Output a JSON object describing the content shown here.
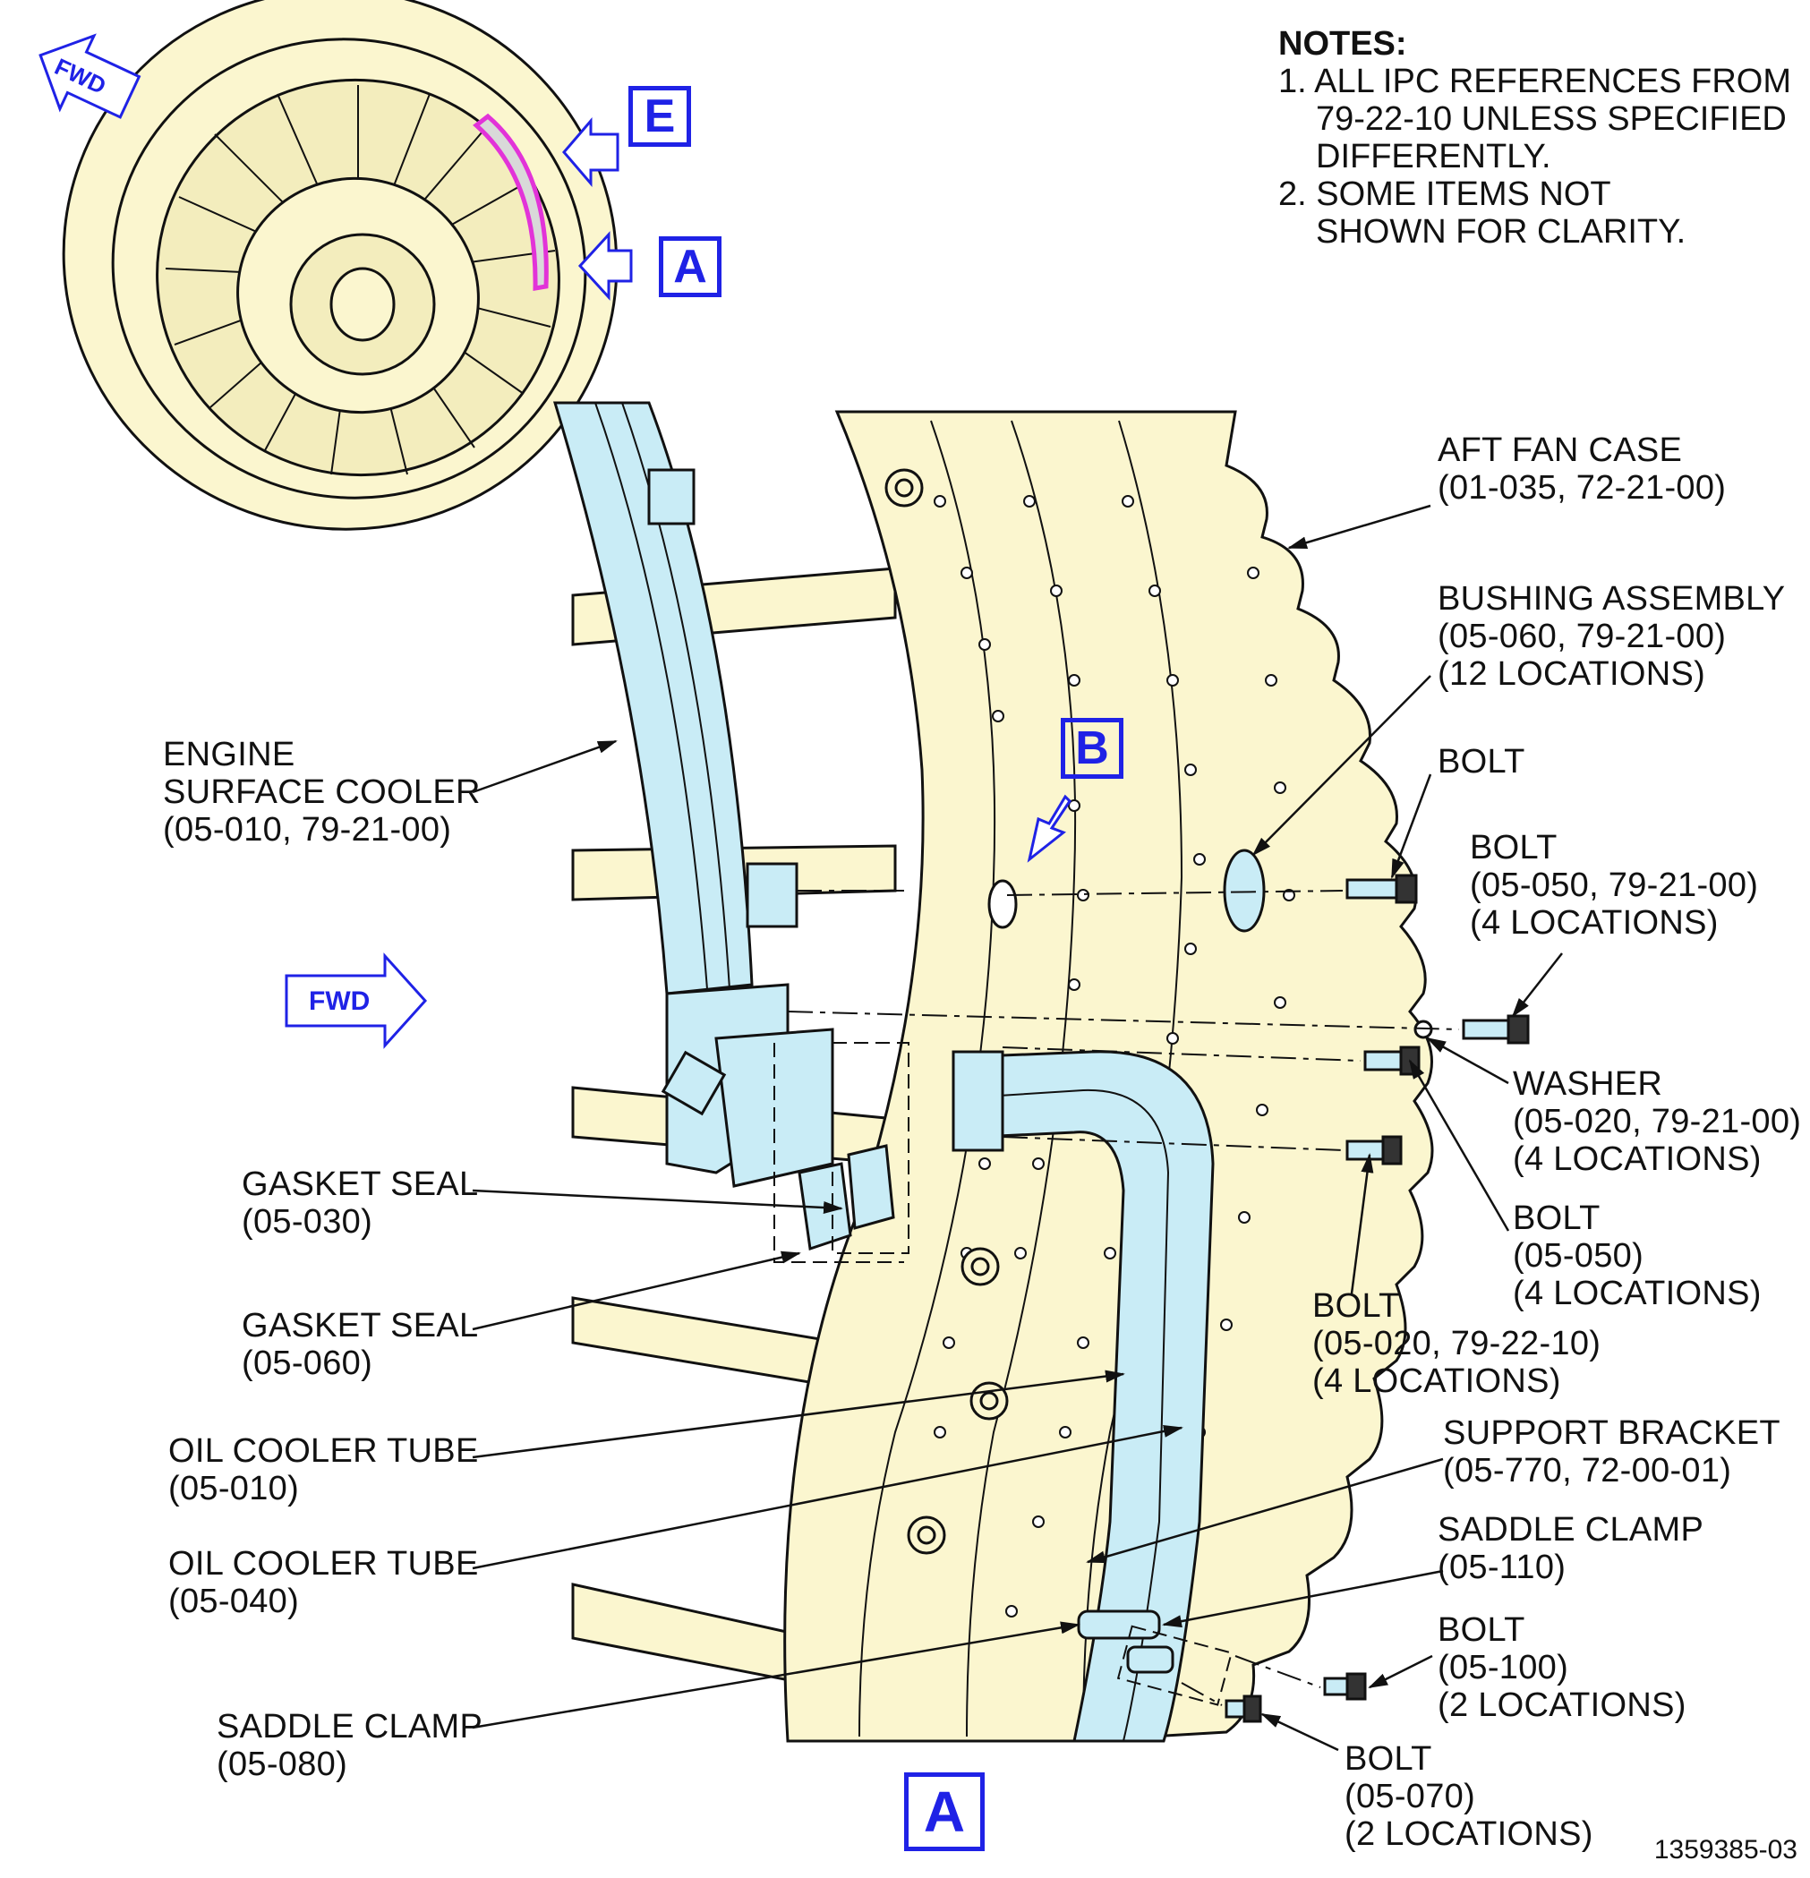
{
  "notes": {
    "title": "NOTES:",
    "items": [
      {
        "num": "1.",
        "lines": [
          "ALL IPC REFERENCES FROM",
          "79-22-10 UNLESS SPECIFIED",
          "DIFFERENTLY."
        ]
      },
      {
        "num": "2.",
        "lines": [
          "SOME ITEMS NOT",
          "SHOWN FOR CLARITY."
        ]
      }
    ]
  },
  "view_labels": {
    "e": "E",
    "a_top": "A",
    "b": "B",
    "a_bottom": "A"
  },
  "fwd_labels": {
    "top": "FWD",
    "mid": "FWD"
  },
  "callouts": {
    "aft_fan_case": [
      "AFT FAN CASE",
      "(01-035, 72-21-00)"
    ],
    "bushing_assembly": [
      "BUSHING ASSEMBLY",
      "(05-060, 79-21-00)",
      "(12 LOCATIONS)"
    ],
    "bolt_plain": [
      "BOLT"
    ],
    "bolt_05_050_79": [
      "BOLT",
      "(05-050, 79-21-00)",
      "(4 LOCATIONS)"
    ],
    "engine_surface_cooler": [
      "ENGINE",
      "SURFACE COOLER",
      "(05-010, 79-21-00)"
    ],
    "washer": [
      "WASHER",
      "(05-020, 79-21-00)",
      "(4 LOCATIONS)"
    ],
    "bolt_05_050": [
      "BOLT",
      "(05-050)",
      "(4 LOCATIONS)"
    ],
    "gasket_seal_030": [
      "GASKET SEAL",
      "(05-030)"
    ],
    "bolt_05_020": [
      "BOLT",
      "(05-020, 79-22-10)",
      "(4 LOCATIONS)"
    ],
    "gasket_seal_060": [
      "GASKET SEAL",
      "(05-060)"
    ],
    "oil_cooler_tube_010": [
      "OIL COOLER TUBE",
      "(05-010)"
    ],
    "support_bracket": [
      "SUPPORT BRACKET",
      "(05-770, 72-00-01)"
    ],
    "saddle_clamp_110": [
      "SADDLE CLAMP",
      "(05-110)"
    ],
    "oil_cooler_tube_040": [
      "OIL COOLER TUBE",
      "(05-040)"
    ],
    "bolt_05_100": [
      "BOLT",
      "(05-100)",
      "(2 LOCATIONS)"
    ],
    "saddle_clamp_080": [
      "SADDLE CLAMP",
      "(05-080)"
    ],
    "bolt_05_070": [
      "BOLT",
      "(05-070)",
      "(2 LOCATIONS)"
    ]
  },
  "figure_id": "1359385-03",
  "colors": {
    "case": "#fbf6cf",
    "tube": "#c9ecf6",
    "accent": "#1f22e6",
    "highlight": "#e233d8"
  }
}
